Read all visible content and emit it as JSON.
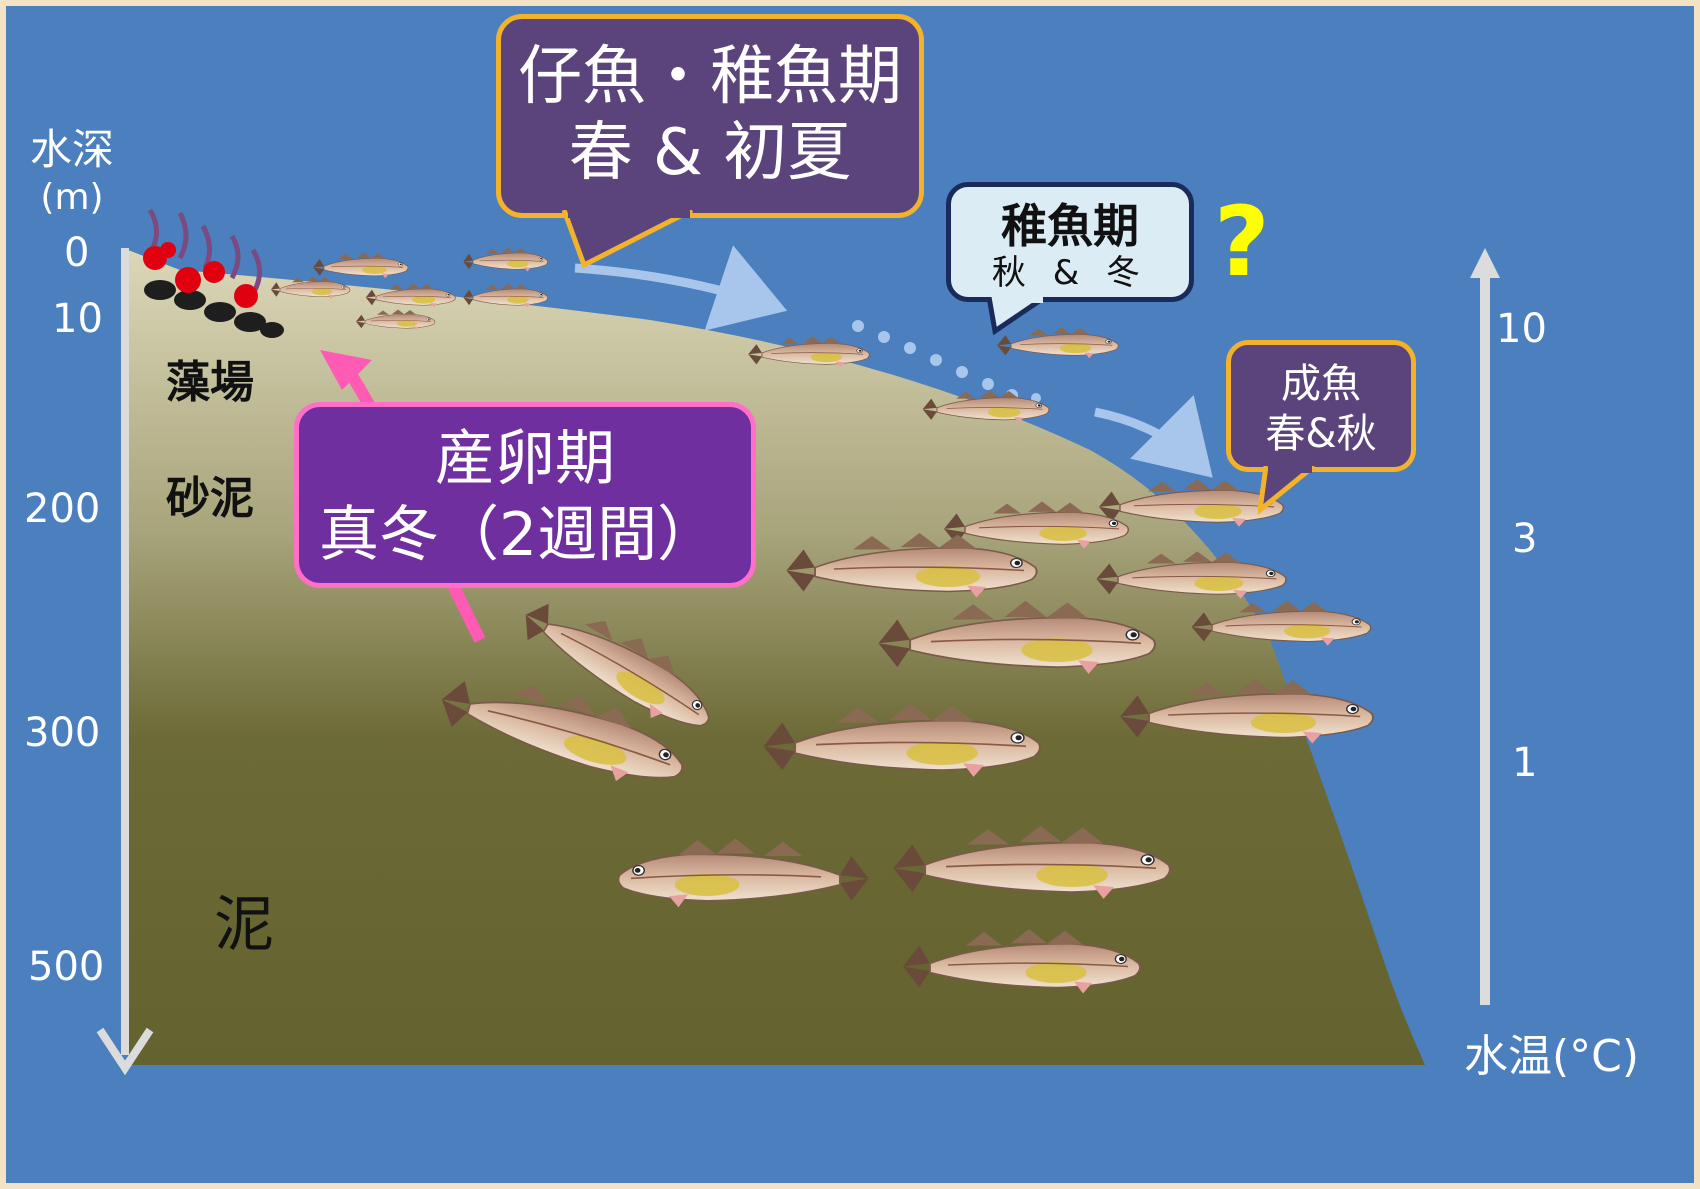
{
  "depth_axis": {
    "title_line1": "水深",
    "title_line2": "(m)",
    "ticks": [
      "0",
      "10",
      "200",
      "300",
      "500"
    ]
  },
  "temp_axis": {
    "title": "水温(°C)",
    "ticks": [
      "10",
      "3",
      "1"
    ]
  },
  "zones": {
    "seaweed": "藻場",
    "sand_mud": "砂泥",
    "mud": "泥"
  },
  "bubbles": {
    "larval": {
      "line1": "仔魚・稚魚期",
      "line2": "春 & 初夏"
    },
    "juvenile": {
      "line1": "稚魚期",
      "line2": "秋 & 冬"
    },
    "adult": {
      "line1": "成魚",
      "line2": "春&秋"
    },
    "spawning": {
      "line1": "産卵期",
      "line2": "真冬（2週間）"
    }
  },
  "question_mark": "?",
  "colors": {
    "sea": "#4b7fbe",
    "frame": "#f3e3c4",
    "seabed_top": "#d8d2b0",
    "seabed_bottom": "#66662f",
    "purple_bubble": "#5b447c",
    "purple_border": "#f2b22a",
    "spawn_bubble": "#6f2f9e",
    "spawn_border": "#ff6ec7",
    "light_bubble": "#dcecf4",
    "arrow_blue": "#a8c6ec",
    "arrow_pink": "#ff5ab4",
    "question_yellow": "#ffff00"
  }
}
